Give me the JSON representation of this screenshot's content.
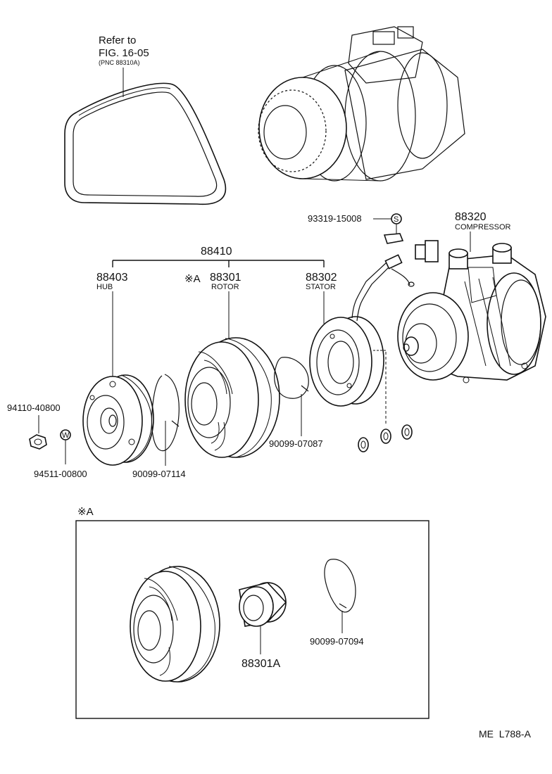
{
  "belt_ref": {
    "line1": "Refer to",
    "line2": "FIG. 16-05",
    "line3": "(PNC 88310A)"
  },
  "parts": {
    "clutch_assy": "88410",
    "hub": {
      "number": "88403",
      "name": "HUB"
    },
    "rotor": {
      "number": "88301",
      "name": "ROTOR",
      "mark": "※A"
    },
    "stator": {
      "number": "88302",
      "name": "STATOR"
    },
    "compressor": {
      "number": "88320",
      "name": "COMPRESSOR"
    },
    "clamp": {
      "number": "93319-15008",
      "symbol": "S"
    },
    "nut": "94110-40800",
    "washer": {
      "number": "94511-00800",
      "symbol": "W"
    },
    "snap_ring_hub": "90099-07114",
    "snap_ring_rotor": "90099-07087"
  },
  "detail_a": {
    "title": "※A",
    "bearing": "88301A",
    "snap_ring": "90099-07094"
  },
  "footer": {
    "code": "ME  L788-A"
  }
}
